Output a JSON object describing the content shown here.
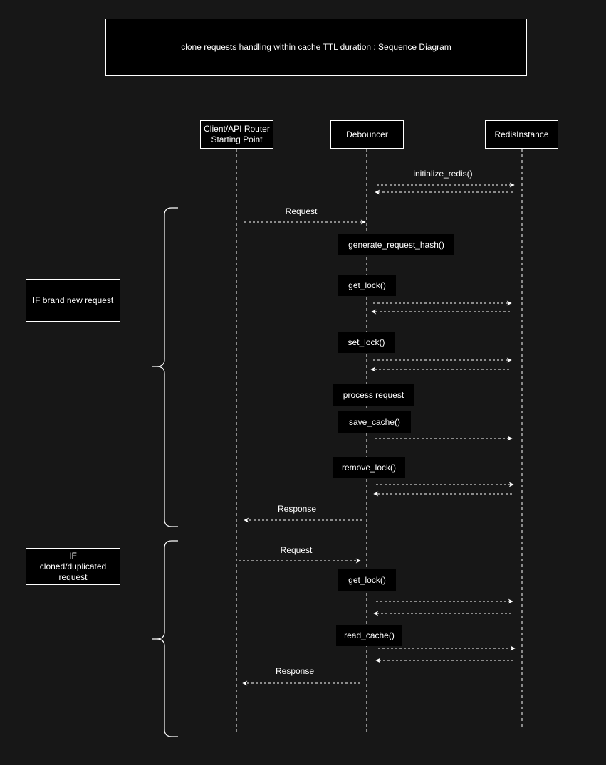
{
  "title": "clone requests handling within cache TTL duration : Sequence Diagram",
  "participants": {
    "client": {
      "label_line1": "Client/API Router",
      "label_line2": "Starting Point"
    },
    "debouncer": {
      "label": "Debouncer"
    },
    "redis": {
      "label": "RedisInstance"
    }
  },
  "groups": {
    "new_request": {
      "label": "IF brand new request"
    },
    "cloned_request": {
      "label": "IF cloned/duplicated request"
    }
  },
  "messages": {
    "init": "initialize_redis()",
    "request_1": "Request",
    "response_1": "Response",
    "request_2": "Request",
    "response_2": "Response"
  },
  "steps": {
    "generate_hash": "generate_request_hash()",
    "get_lock_1": "get_lock()",
    "set_lock": "set_lock()",
    "process_request": "process request",
    "save_cache": "save_cache()",
    "remove_lock": "remove_lock()",
    "get_lock_2": "get_lock()",
    "read_cache": "read_cache()"
  },
  "colors": {
    "background": "#171717",
    "box_fill": "#000000",
    "line": "#ffffff"
  }
}
